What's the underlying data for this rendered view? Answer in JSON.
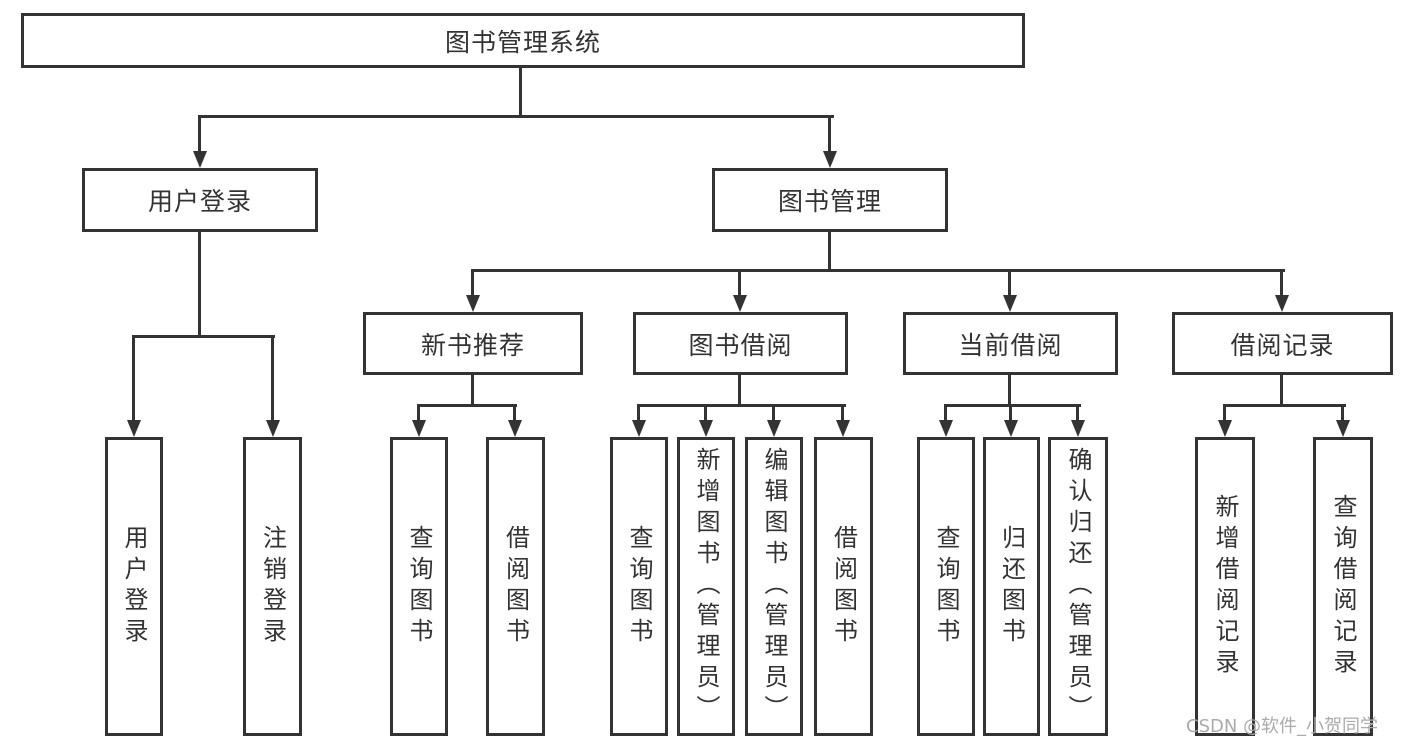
{
  "diagram": {
    "root": {
      "label": "图书管理系统"
    },
    "branches": [
      {
        "label": "用户登录",
        "children": [
          {
            "label": "用户登录"
          },
          {
            "label": "注销登录"
          }
        ]
      },
      {
        "label": "图书管理",
        "children": [
          {
            "label": "新书推荐",
            "children": [
              {
                "label": "查询图书"
              },
              {
                "label": "借阅图书"
              }
            ]
          },
          {
            "label": "图书借阅",
            "children": [
              {
                "label": "查询图书"
              },
              {
                "label": "新增图书（管理员）"
              },
              {
                "label": "编辑图书（管理员）"
              },
              {
                "label": "借阅图书"
              }
            ]
          },
          {
            "label": "当前借阅",
            "children": [
              {
                "label": "查询图书"
              },
              {
                "label": "归还图书"
              },
              {
                "label": "确认归还（管理员）"
              }
            ]
          },
          {
            "label": "借阅记录",
            "children": [
              {
                "label": "新增借阅记录"
              },
              {
                "label": "查询借阅记录"
              }
            ]
          }
        ]
      }
    ]
  },
  "watermark": {
    "text": "CSDN @软件_小贺同学"
  },
  "colors": {
    "line": "#333333",
    "box_fill": "#ffffff",
    "text": "#333333",
    "watermark": "#ababab"
  }
}
